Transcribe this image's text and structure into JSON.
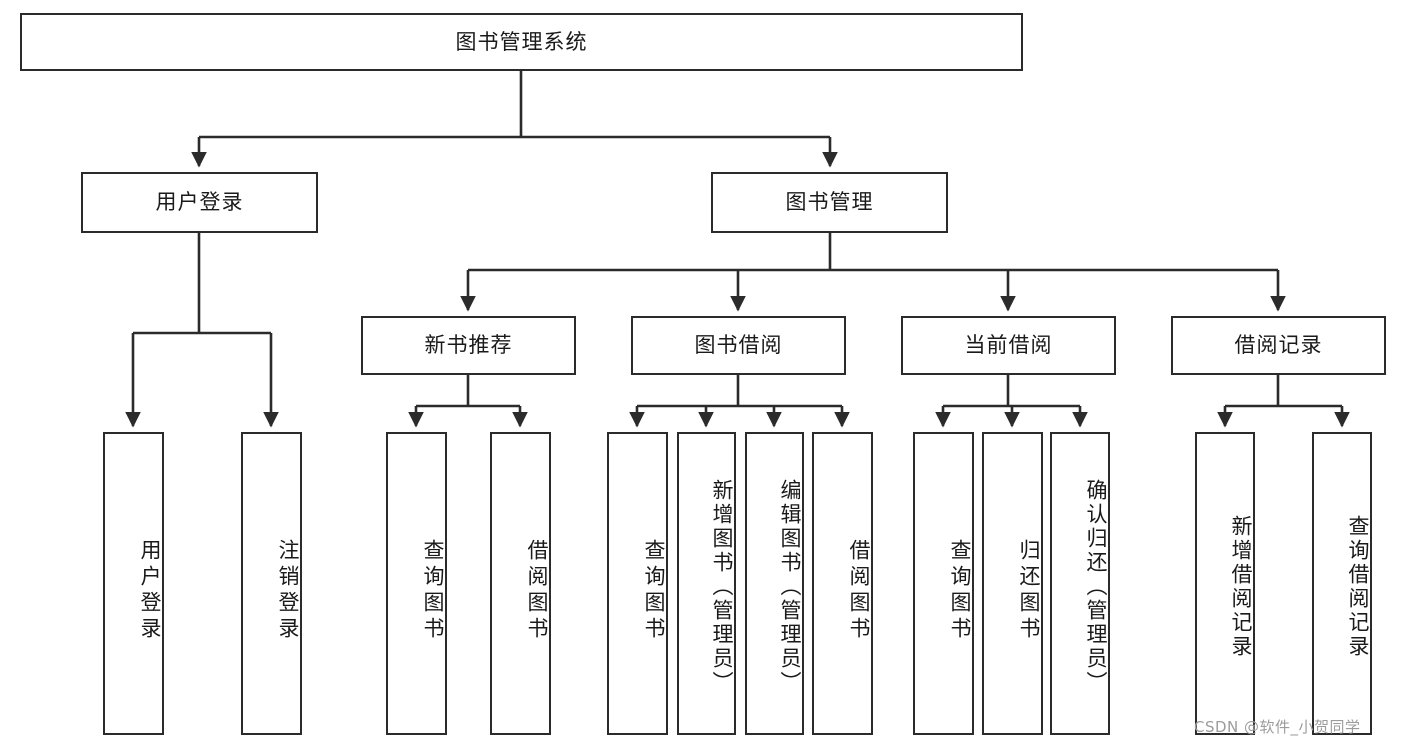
{
  "diagram": {
    "title": "图书管理系统",
    "type": "hierarchy-tree",
    "colors": {
      "box_border": "#2b2b2b",
      "box_fill": "#ffffff",
      "edge": "#2b2b2b",
      "text": "#1a1a1a",
      "watermark": "#9c9c9c"
    },
    "levels": {
      "root": {
        "label": "图书管理系统"
      },
      "level2": [
        {
          "label": "用户登录"
        },
        {
          "label": "图书管理"
        }
      ],
      "level3": [
        {
          "label": "新书推荐"
        },
        {
          "label": "图书借阅"
        },
        {
          "label": "当前借阅"
        },
        {
          "label": "借阅记录"
        }
      ],
      "leaves": {
        "user_login": [
          {
            "label": "用户登录"
          },
          {
            "label": "注销登录"
          }
        ],
        "new_book_recommend": [
          {
            "label": "查询图书"
          },
          {
            "label": "借阅图书"
          }
        ],
        "book_borrow": [
          {
            "label": "查询图书"
          },
          {
            "label": "新增图书（管理员）"
          },
          {
            "label": "编辑图书（管理员）"
          },
          {
            "label": "借阅图书"
          }
        ],
        "current_borrow": [
          {
            "label": "查询图书"
          },
          {
            "label": "归还图书"
          },
          {
            "label": "确认归还（管理员）"
          }
        ],
        "borrow_record": [
          {
            "label": "新增借阅记录"
          },
          {
            "label": "查询借阅记录"
          }
        ]
      }
    }
  },
  "watermark": {
    "text": "CSDN @软件_小贺同学"
  }
}
